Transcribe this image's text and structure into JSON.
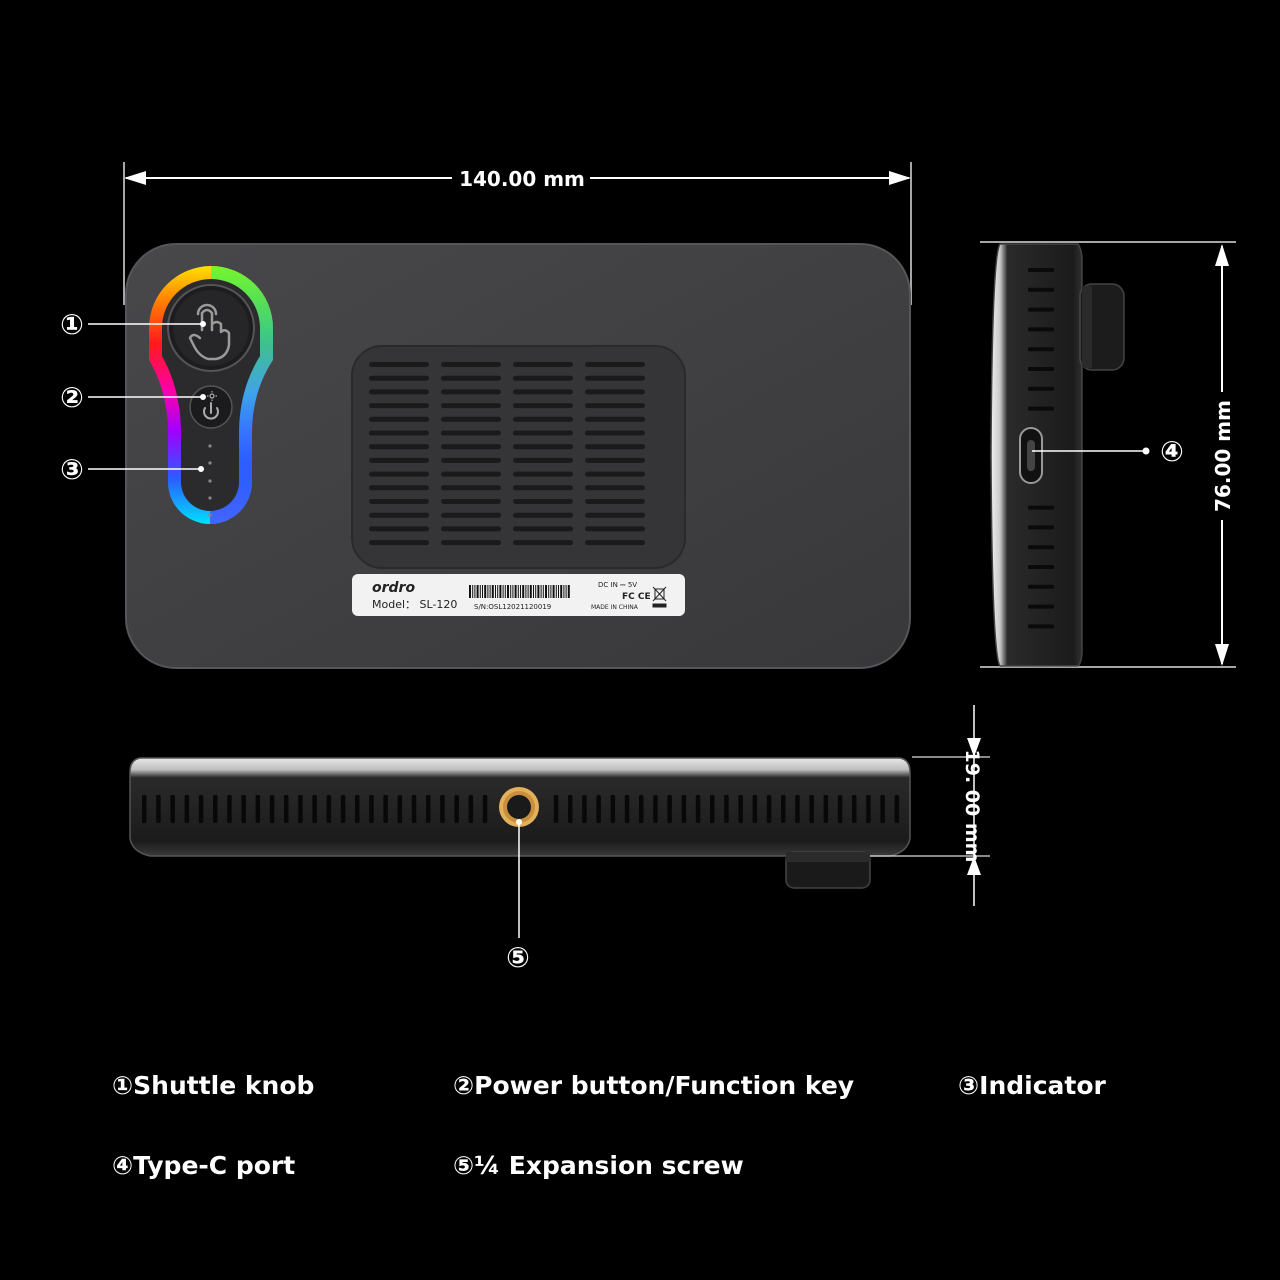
{
  "dimensions": {
    "width": "140.00 mm",
    "height": "76.00 mm",
    "depth": "19. 00 mm"
  },
  "callouts": [
    "①",
    "②",
    "③",
    "④",
    "⑤"
  ],
  "label_plate": {
    "brand": "ordro",
    "model": "Model： SL-120",
    "serial": "S/N:OSL12021120019",
    "dc_in": "DC IN ⎓ 5V",
    "certs": "FC CE",
    "origin": "MADE IN CHINA"
  },
  "legend": [
    "①Shuttle knob",
    "②Power button/Function key",
    "③Indicator",
    "④Type-C port",
    "⑤¼ Expansion screw"
  ],
  "colors": {
    "background": "#000000",
    "body": "#3e3e40",
    "accent_ring": "rainbow"
  }
}
